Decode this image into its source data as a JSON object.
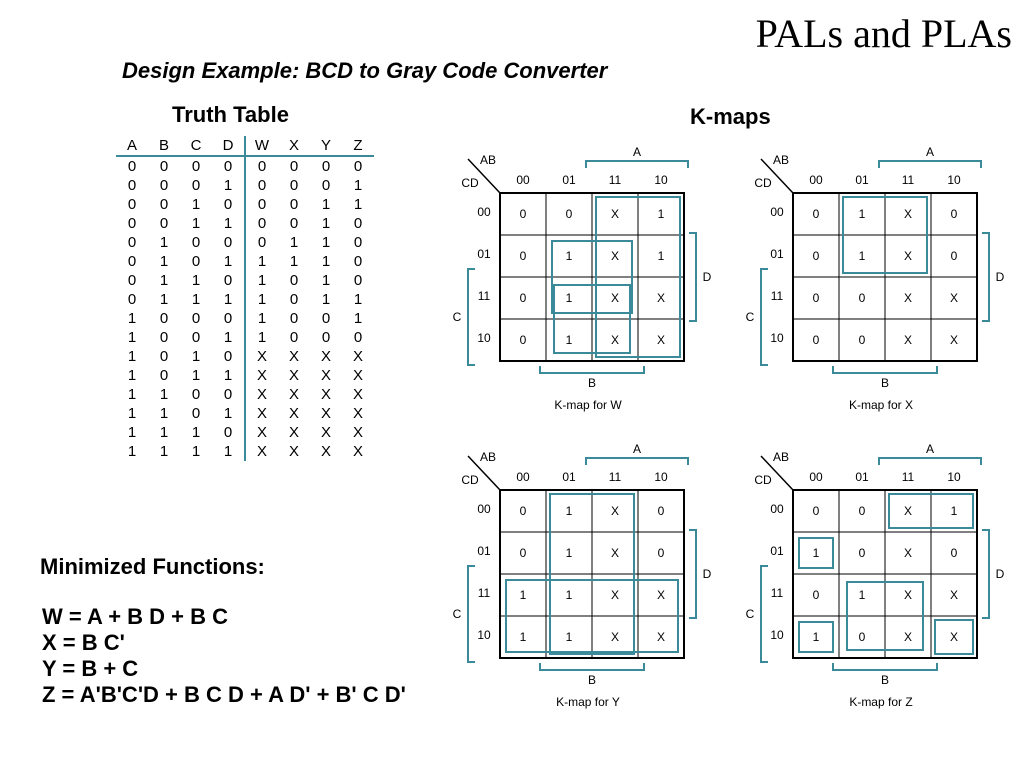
{
  "title": "PALs and PLAs",
  "subtitle": "Design Example: BCD to Gray Code Converter",
  "truth_table": {
    "heading": "Truth Table",
    "headers": [
      "A",
      "B",
      "C",
      "D",
      "W",
      "X",
      "Y",
      "Z"
    ],
    "rows": [
      [
        "0",
        "0",
        "0",
        "0",
        "0",
        "0",
        "0",
        "0"
      ],
      [
        "0",
        "0",
        "0",
        "1",
        "0",
        "0",
        "0",
        "1"
      ],
      [
        "0",
        "0",
        "1",
        "0",
        "0",
        "0",
        "1",
        "1"
      ],
      [
        "0",
        "0",
        "1",
        "1",
        "0",
        "0",
        "1",
        "0"
      ],
      [
        "0",
        "1",
        "0",
        "0",
        "0",
        "1",
        "1",
        "0"
      ],
      [
        "0",
        "1",
        "0",
        "1",
        "1",
        "1",
        "1",
        "0"
      ],
      [
        "0",
        "1",
        "1",
        "0",
        "1",
        "0",
        "1",
        "0"
      ],
      [
        "0",
        "1",
        "1",
        "1",
        "1",
        "0",
        "1",
        "1"
      ],
      [
        "1",
        "0",
        "0",
        "0",
        "1",
        "0",
        "0",
        "1"
      ],
      [
        "1",
        "0",
        "0",
        "1",
        "1",
        "0",
        "0",
        "0"
      ],
      [
        "1",
        "0",
        "1",
        "0",
        "X",
        "X",
        "X",
        "X"
      ],
      [
        "1",
        "0",
        "1",
        "1",
        "X",
        "X",
        "X",
        "X"
      ],
      [
        "1",
        "1",
        "0",
        "0",
        "X",
        "X",
        "X",
        "X"
      ],
      [
        "1",
        "1",
        "0",
        "1",
        "X",
        "X",
        "X",
        "X"
      ],
      [
        "1",
        "1",
        "1",
        "0",
        "X",
        "X",
        "X",
        "X"
      ],
      [
        "1",
        "1",
        "1",
        "1",
        "X",
        "X",
        "X",
        "X"
      ]
    ]
  },
  "kmaps_heading": "K-maps",
  "kmap_labels": {
    "ab": "AB",
    "cd": "CD",
    "col_codes": [
      "00",
      "01",
      "11",
      "10"
    ],
    "row_codes": [
      "00",
      "01",
      "11",
      "10"
    ],
    "a": "A",
    "b": "B",
    "c": "C",
    "d": "D"
  },
  "kmaps": [
    {
      "caption": "K-map for  W",
      "cells": [
        [
          "0",
          "0",
          "X",
          "1"
        ],
        [
          "0",
          "1",
          "X",
          "1"
        ],
        [
          "0",
          "1",
          "X",
          "X"
        ],
        [
          "0",
          "1",
          "X",
          "X"
        ]
      ],
      "groups": [
        {
          "r0": 0,
          "r1": 3,
          "c0": 2,
          "c1": 3
        },
        {
          "r0": 1,
          "r1": 2,
          "c0": 1,
          "c1": 2
        },
        {
          "r0": 2,
          "r1": 3,
          "c0": 1,
          "c1": 2
        }
      ]
    },
    {
      "caption": "K-map for  X",
      "cells": [
        [
          "0",
          "1",
          "X",
          "0"
        ],
        [
          "0",
          "1",
          "X",
          "0"
        ],
        [
          "0",
          "0",
          "X",
          "X"
        ],
        [
          "0",
          "0",
          "X",
          "X"
        ]
      ],
      "groups": [
        {
          "r0": 0,
          "r1": 1,
          "c0": 1,
          "c1": 2
        }
      ]
    },
    {
      "caption": "K-map for  Y",
      "cells": [
        [
          "0",
          "1",
          "X",
          "0"
        ],
        [
          "0",
          "1",
          "X",
          "0"
        ],
        [
          "1",
          "1",
          "X",
          "X"
        ],
        [
          "1",
          "1",
          "X",
          "X"
        ]
      ],
      "groups": [
        {
          "r0": 0,
          "r1": 3,
          "c0": 1,
          "c1": 2
        },
        {
          "r0": 2,
          "r1": 3,
          "c0": 0,
          "c1": 3
        }
      ]
    },
    {
      "caption": "K-map for  Z",
      "cells": [
        [
          "0",
          "0",
          "X",
          "1"
        ],
        [
          "1",
          "0",
          "X",
          "0"
        ],
        [
          "0",
          "1",
          "X",
          "X"
        ],
        [
          "1",
          "0",
          "X",
          "X"
        ]
      ],
      "groups": [
        {
          "r0": 0,
          "r1": 0,
          "c0": 2,
          "c1": 3
        },
        {
          "r0": 1,
          "r1": 1,
          "c0": 0,
          "c1": 0
        },
        {
          "r0": 2,
          "r1": 3,
          "c0": 1,
          "c1": 2
        },
        {
          "r0": 3,
          "r1": 3,
          "c0": 3,
          "c1": 3
        },
        {
          "r0": 3,
          "r1": 3,
          "c0": 0,
          "c1": 0
        }
      ]
    }
  ],
  "minimized_heading": "Minimized Functions:",
  "functions": [
    "W = A + B D + B C",
    "X = B C'",
    "Y = B + C",
    "Z = A'B'C'D + B C D + A D' + B' C D'"
  ],
  "colors": {
    "accent": "#3a8a99",
    "text": "#000000",
    "background": "#ffffff"
  }
}
